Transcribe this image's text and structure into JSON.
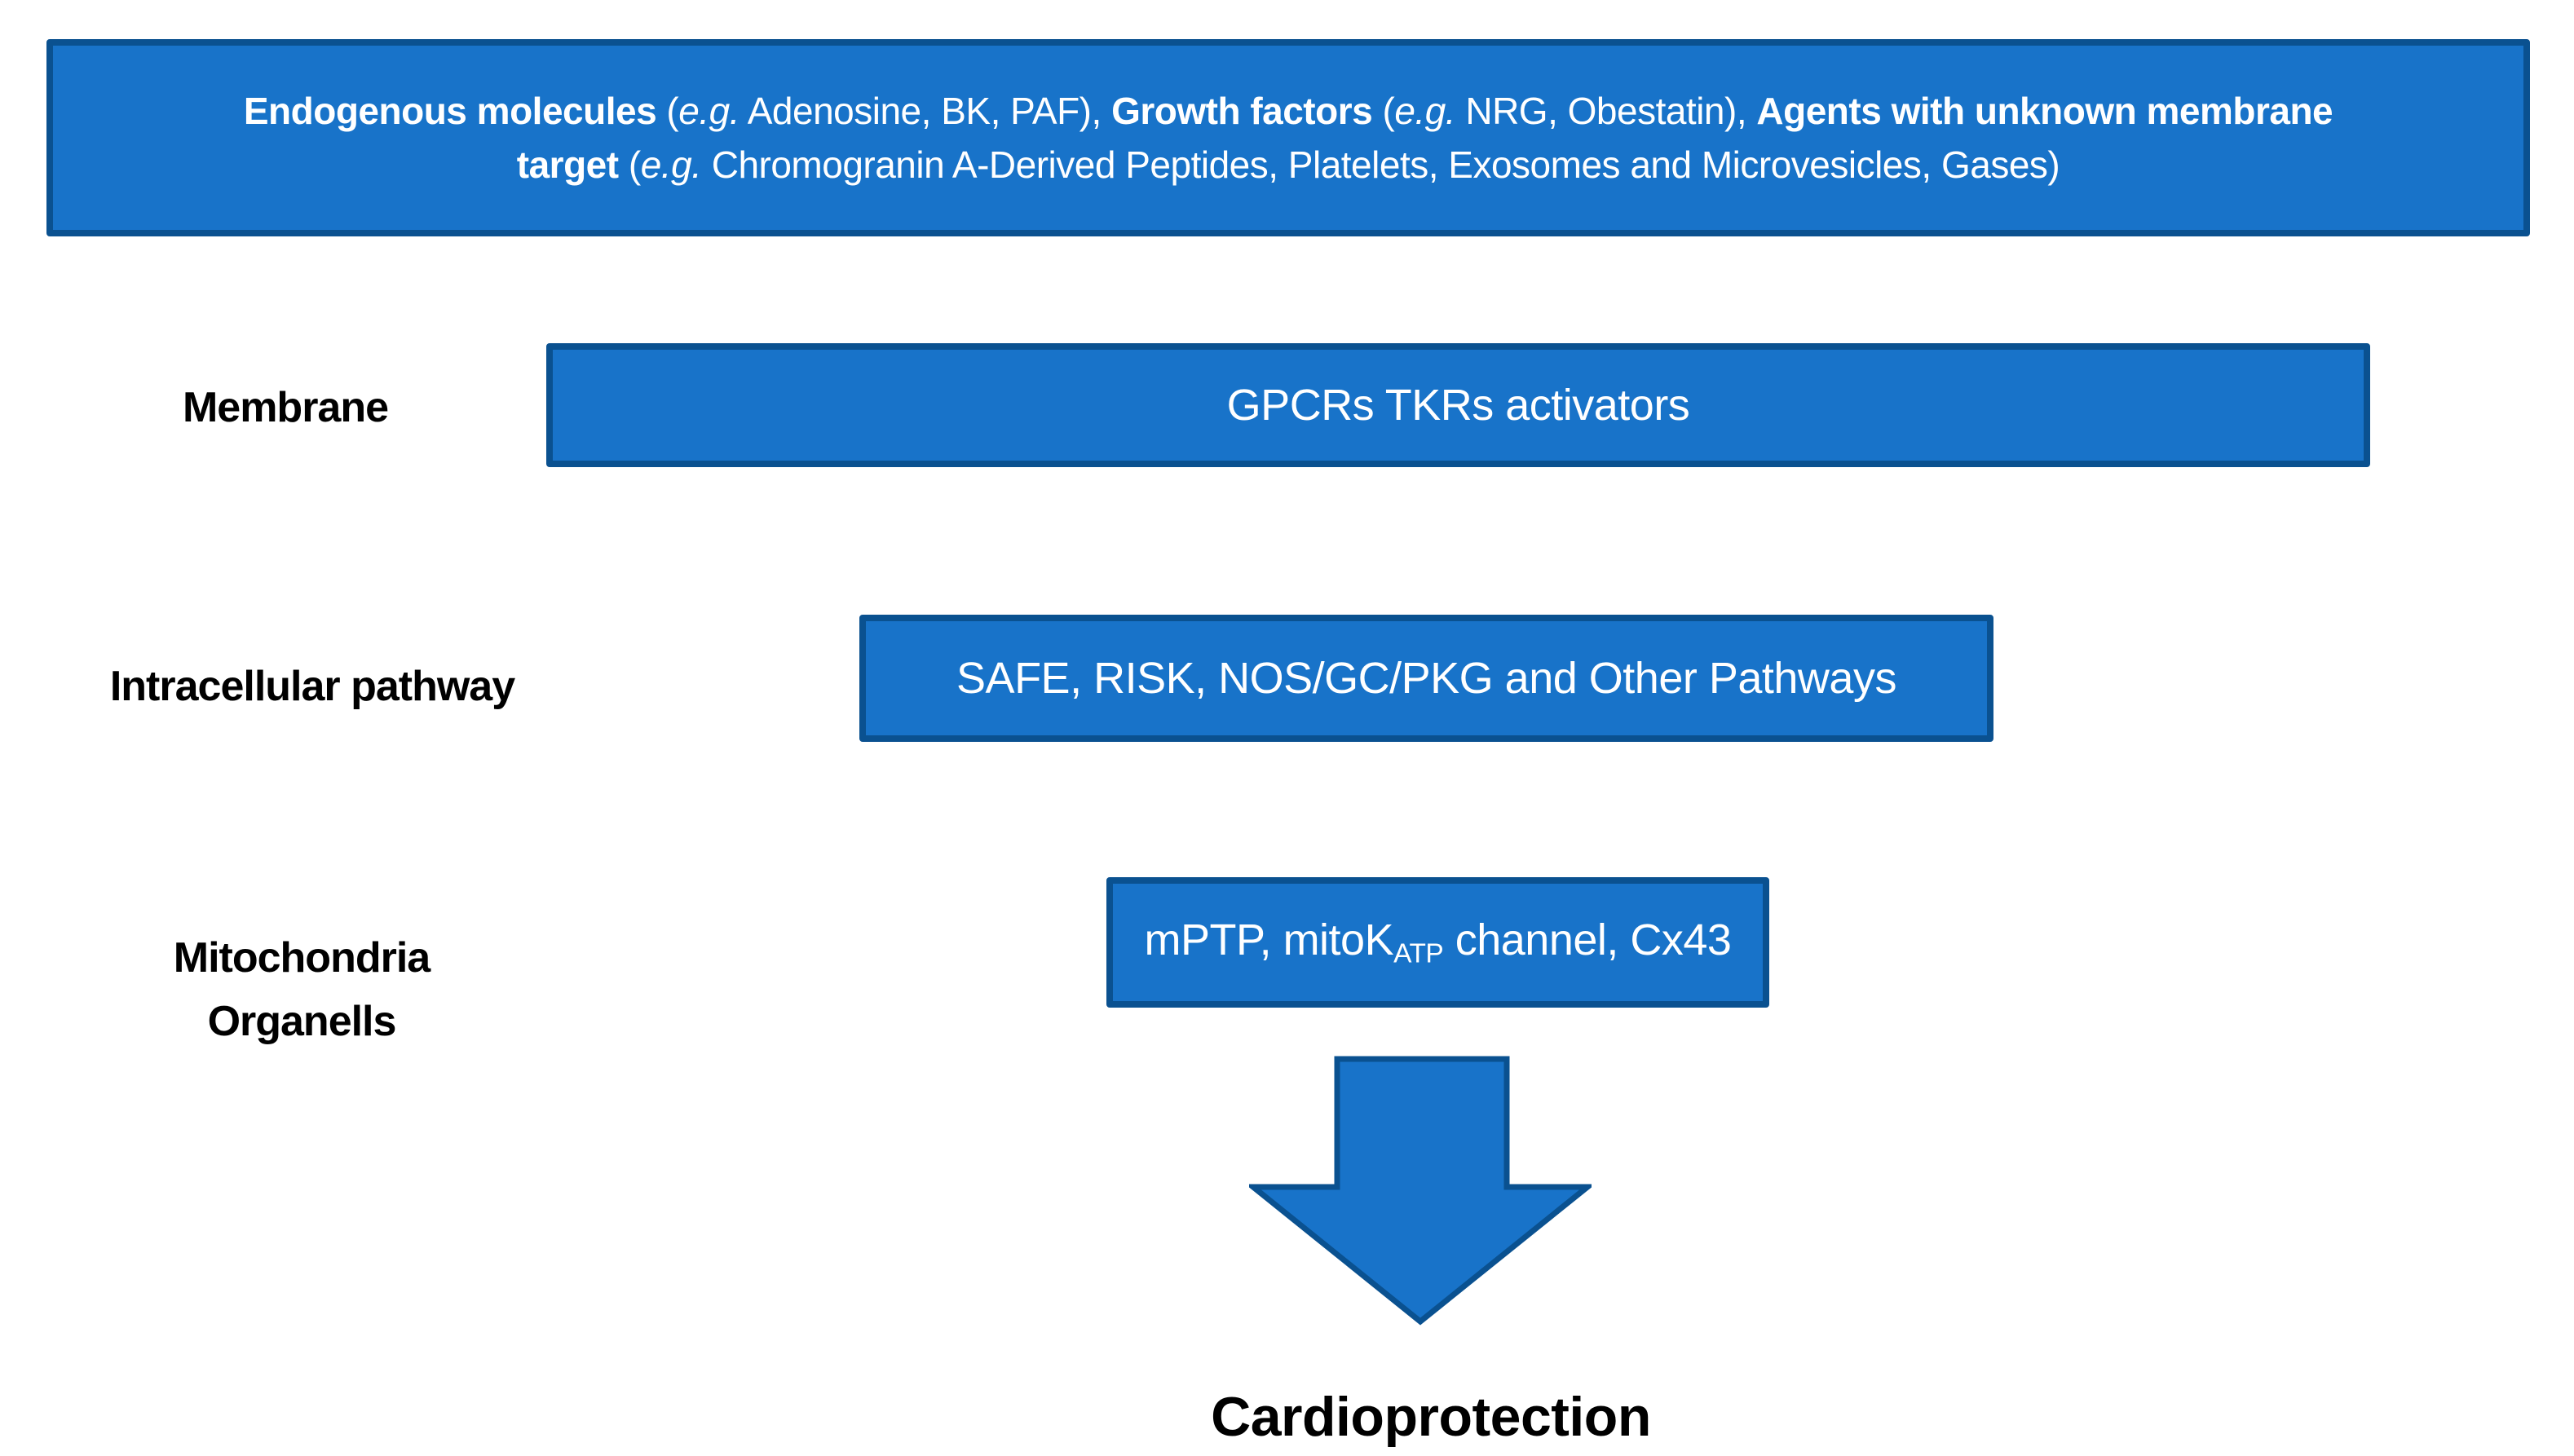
{
  "colors": {
    "box_fill": "#1873C9",
    "box_border": "#0A5190",
    "text_on_box": "#FFFFFF",
    "label_text": "#000000"
  },
  "top_box": {
    "line1": [
      {
        "text": "Endogenous molecules",
        "style": "bold"
      },
      {
        "text": " (",
        "style": "normal"
      },
      {
        "text": "e.g.",
        "style": "italic"
      },
      {
        "text": " Adenosine, BK, PAF), ",
        "style": "normal"
      },
      {
        "text": "Growth factors",
        "style": "bold"
      },
      {
        "text": " (",
        "style": "normal"
      },
      {
        "text": "e.g.",
        "style": "italic"
      },
      {
        "text": " NRG, Obestatin), ",
        "style": "normal"
      },
      {
        "text": "Agents with unknown membrane",
        "style": "bold"
      }
    ],
    "line2": [
      {
        "text": "target",
        "style": "bold"
      },
      {
        "text": " (",
        "style": "normal"
      },
      {
        "text": "e.g.",
        "style": "italic"
      },
      {
        "text": " Chromogranin A-Derived Peptides, Platelets, Exosomes and Microvesicles, Gases)",
        "style": "normal"
      }
    ]
  },
  "rows": [
    {
      "label": "Membrane",
      "box_text": "GPCRs TKRs activators"
    },
    {
      "label": "Intracellular pathway",
      "box_text": "SAFE, RISK, NOS/GC/PKG and Other Pathways"
    },
    {
      "label_lines": [
        "Mitochondria",
        "Organells"
      ],
      "box_segments": [
        {
          "text": "mPTP, mitoK",
          "style": "normal"
        },
        {
          "text": "ATP",
          "style": "subscript"
        },
        {
          "text": " channel, Cx43",
          "style": "normal"
        }
      ]
    }
  ],
  "icons": {
    "down_arrow": "down-arrow"
  },
  "footer": {
    "text": "Cardioprotection"
  }
}
